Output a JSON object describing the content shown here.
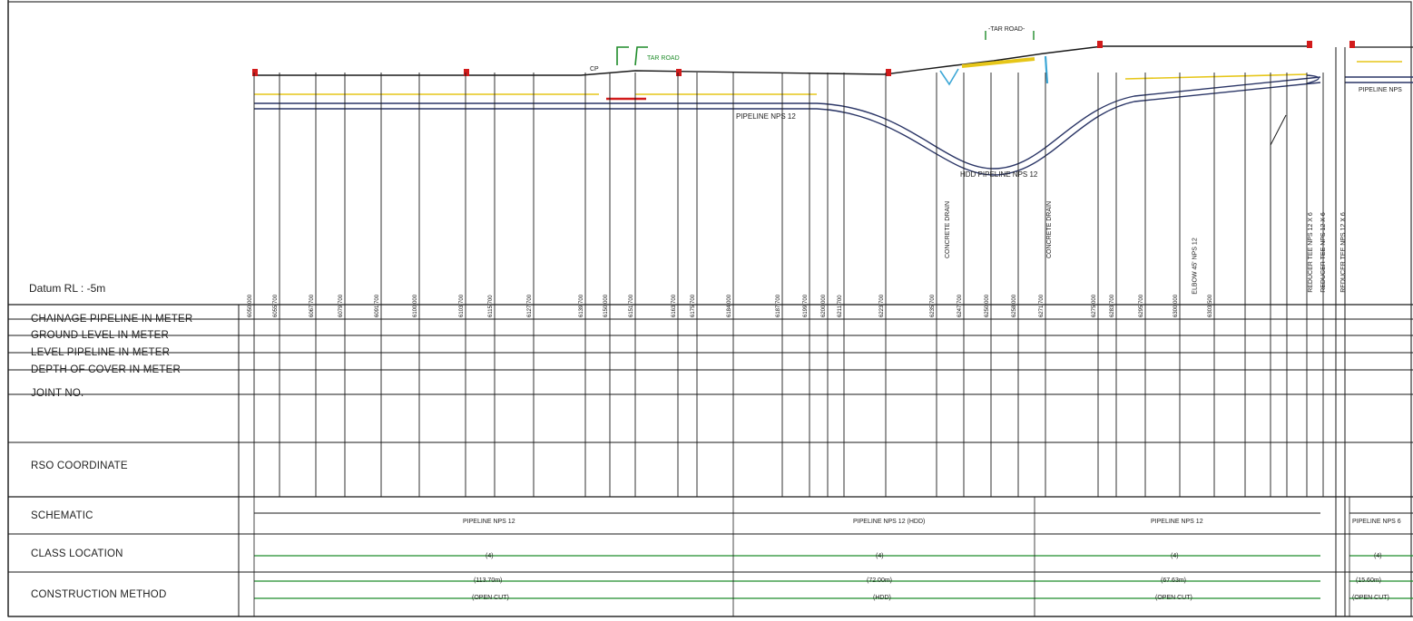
{
  "datum": "Datum RL : -5m",
  "row_labels": [
    "CHAINAGE PIPELINE IN METER",
    "GROUND LEVEL IN METER",
    "LEVEL PIPELINE IN METER",
    "DEPTH OF COVER IN METER",
    "JOINT NO.",
    "RSO COORDINATE",
    "SCHEMATIC",
    "CLASS LOCATION",
    "CONSTRUCTION METHOD"
  ],
  "profile_labels": {
    "tar_road_1": "TAR ROAD",
    "tar_road_2": "-TAR ROAD-",
    "cp": "CP",
    "pipeline_main": "PIPELINE NPS 12",
    "hdd_pipeline": "HDD PIPELINE NPS 12",
    "pipeline_right": "PIPELINE NPS",
    "concrete_drain_1": "CONCRETE DRAIN",
    "concrete_drain_2": "CONCRETE DRAIN",
    "elbow": "ELBOW 45' NPS 12",
    "reducer_1": "REDUCER TEE NPS 12 X 6",
    "reducer_2": "REDUCER TEE NPS 12 X 6",
    "reducer_3": "REDUCER TEE NPS 12 X 6"
  },
  "sections": [
    {
      "schematic": "PIPELINE NPS 12",
      "class": "(4)",
      "length": "(113.70m)",
      "method": "(OPEN CUT)"
    },
    {
      "schematic": "PIPELINE NPS 12 (HDD)",
      "class": "(4)",
      "length": "(72.00m)",
      "method": "(HDD)"
    },
    {
      "schematic": "PIPELINE NPS 12",
      "class": "(4)",
      "length": "(67.63m)",
      "method": "(OPEN CUT)"
    },
    {
      "schematic": "PIPELINE NPS 6",
      "class": "(4)",
      "length": "(15.60m)",
      "method": "(OPEN CUT)"
    }
  ],
  "chainage": [
    "6050.000",
    "6055.700",
    "6067.700",
    "6079.700",
    "6091.700",
    "6100.000",
    "6103.700",
    "6115.700",
    "6127.700",
    "6139.700",
    "6150.000",
    "6151.700",
    "6163.700",
    "6175.700",
    "6184.000",
    "6187.700",
    "6199.700",
    "6200.000",
    "6211.700",
    "6223.700",
    "6235.700",
    "6247.700",
    "6250.000",
    "6258.000",
    "6271.700",
    "6275.000",
    "6283.700",
    "6295.700",
    "6300.000",
    "6303.500"
  ],
  "colors": {
    "line": "#1a1a1a",
    "pipe": "#2a3566",
    "ground": "#e6c619",
    "marker": "#d21b1b",
    "green": "#1f8c2a",
    "drain": "#3da7d6"
  }
}
